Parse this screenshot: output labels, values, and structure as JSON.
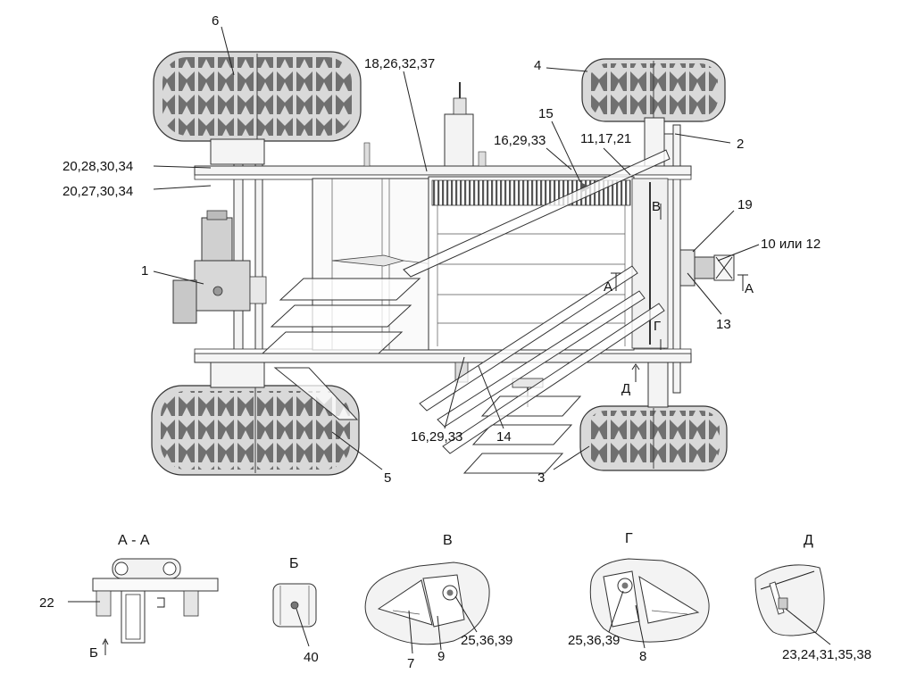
{
  "callouts": {
    "c6": "6",
    "c18": "18,26,32,37",
    "c4": "4",
    "c15": "15",
    "c16a": "16,29,33",
    "c11": "11,17,21",
    "c2": "2",
    "c20a": "20,28,30,34",
    "c20b": "20,27,30,34",
    "c19": "19",
    "c10": "10 или 12",
    "c1": "1",
    "c13": "13",
    "c16b": "16,29,33",
    "c14": "14",
    "c5": "5",
    "c3": "3",
    "c22": "22",
    "c40": "40",
    "c25a": "25,36,39",
    "c7": "7",
    "c9": "9",
    "c25b": "25,36,39",
    "c8": "8",
    "c23": "23,24,31,35,38"
  },
  "section_marks": {
    "A1": "A",
    "A2": "A",
    "B": "В",
    "G": "Г",
    "D": "Д",
    "B_under_AA": "Б"
  },
  "views": {
    "aa": "А - А",
    "b": "Б",
    "v": "В",
    "g": "Г",
    "d": "Д"
  }
}
